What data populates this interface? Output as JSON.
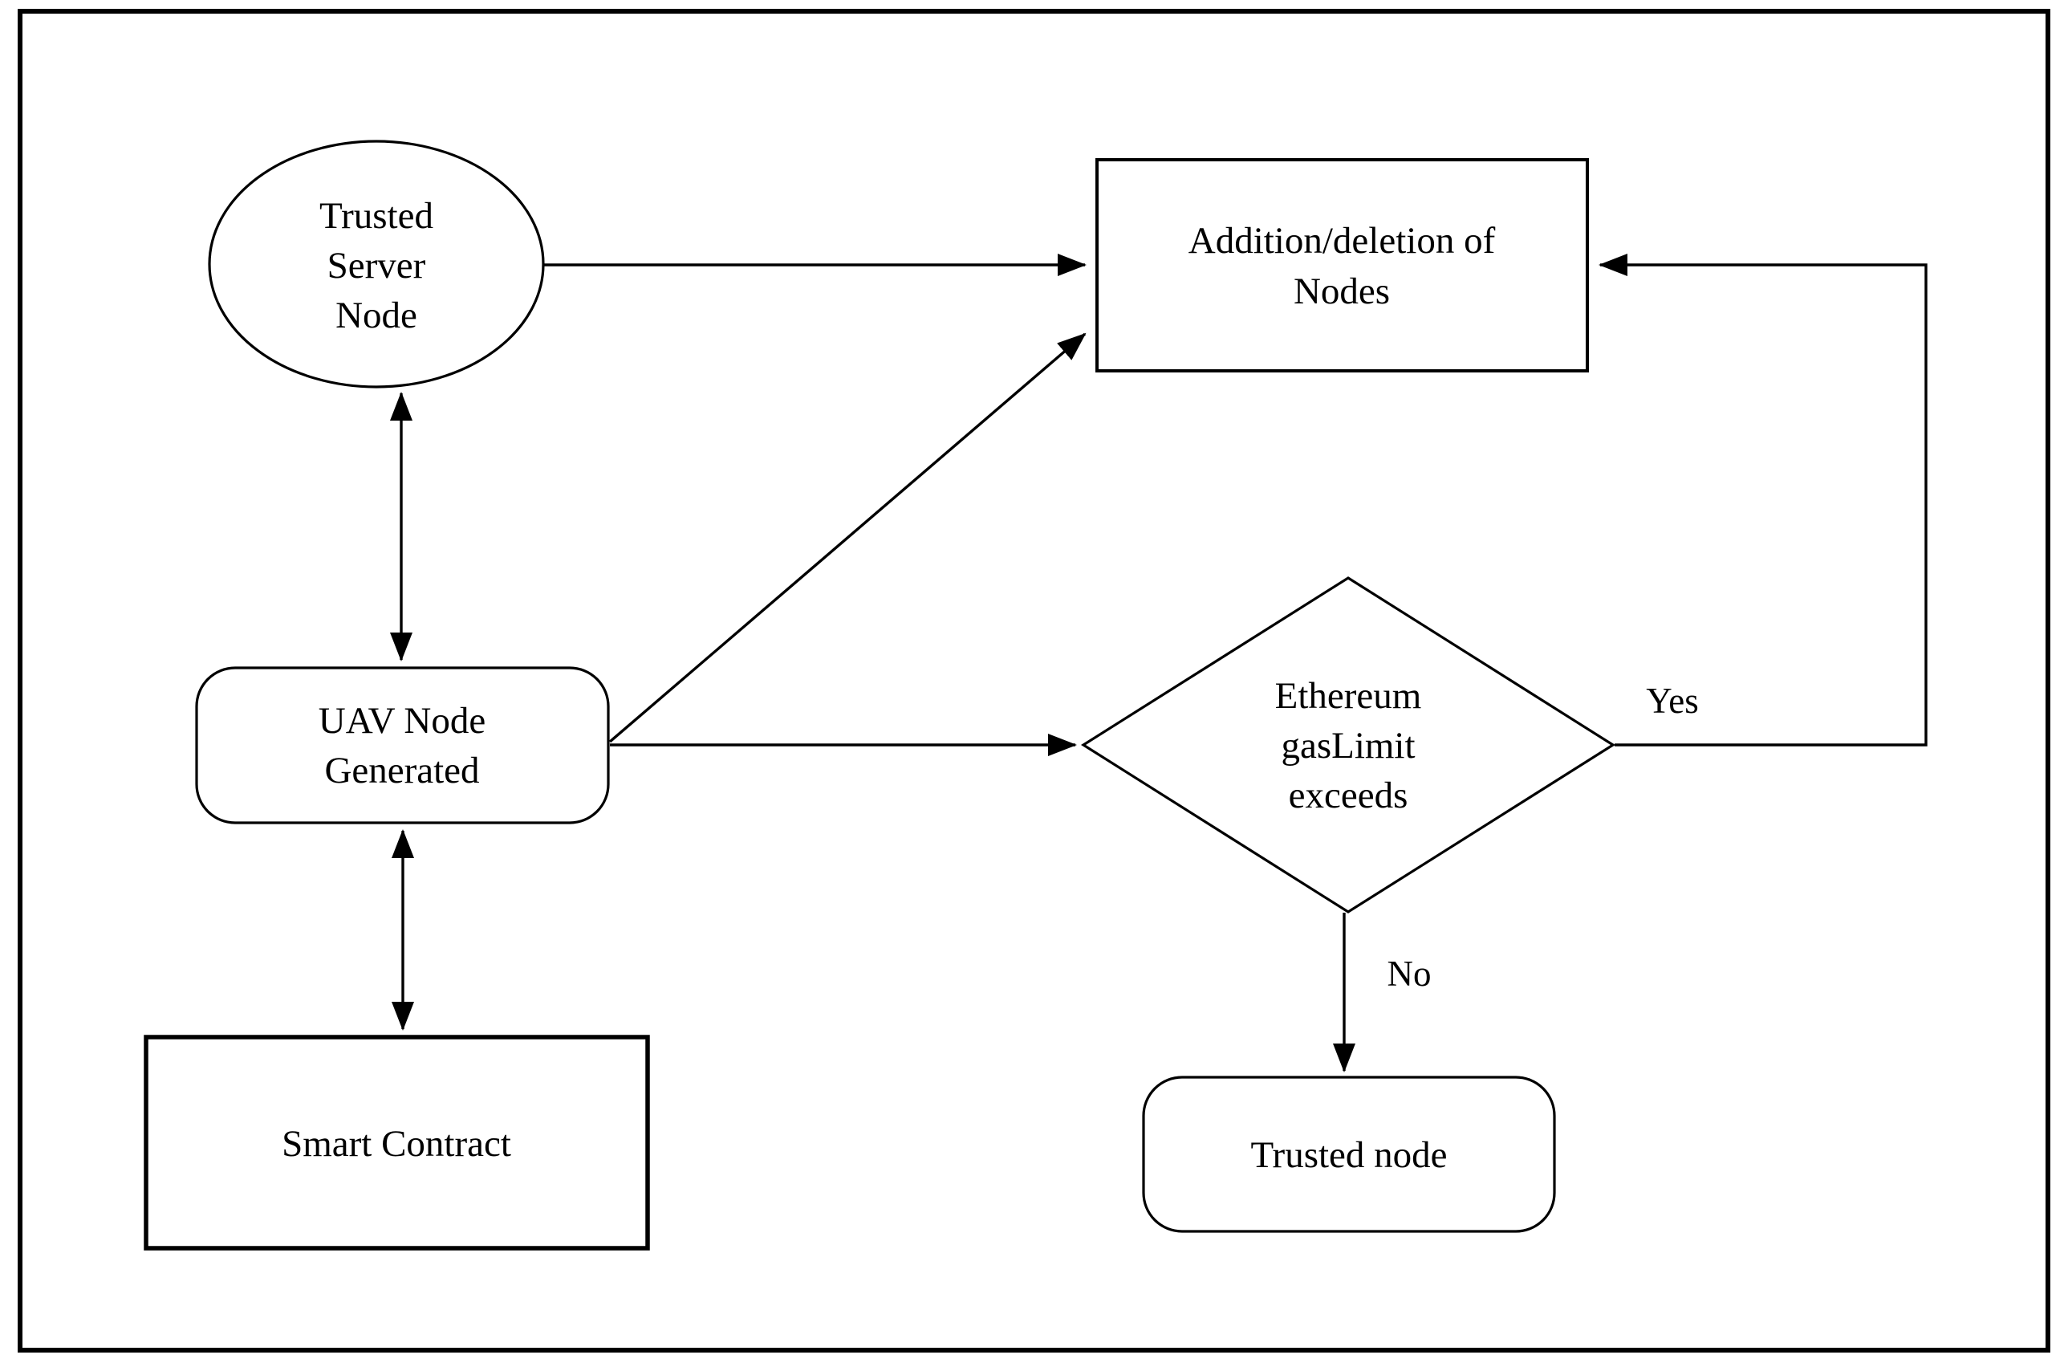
{
  "page": {
    "background_color": "#ffffff",
    "stroke_color": "#000000"
  },
  "diagram": {
    "type": "flowchart",
    "nodes": {
      "trusted_server": {
        "shape": "ellipse",
        "label": "Trusted Server Node",
        "lines": [
          "Trusted",
          "Server",
          "Node"
        ]
      },
      "addition_deletion": {
        "shape": "rectangle",
        "label": "Addition/deletion of Nodes",
        "lines": [
          "Addition/deletion of",
          "Nodes"
        ]
      },
      "uav_node": {
        "shape": "rounded-rectangle",
        "label": "UAV Node Generated",
        "lines": [
          "UAV Node",
          "Generated"
        ]
      },
      "ethereum_gaslimit": {
        "shape": "diamond",
        "label": "Ethereum gasLimit exceeds",
        "lines": [
          "Ethereum",
          "gasLimit",
          "exceeds"
        ]
      },
      "smart_contract": {
        "shape": "rectangle",
        "label": "Smart Contract",
        "lines": [
          "Smart Contract"
        ]
      },
      "trusted_node": {
        "shape": "rounded-rectangle",
        "label": "Trusted node",
        "lines": [
          "Trusted node"
        ]
      }
    },
    "edge_labels": {
      "yes": "Yes",
      "no": "No"
    },
    "edges": [
      {
        "from": "trusted_server",
        "to": "addition_deletion",
        "arrows": "single",
        "label": ""
      },
      {
        "from": "trusted_server",
        "to": "uav_node",
        "arrows": "double",
        "label": ""
      },
      {
        "from": "uav_node",
        "to": "smart_contract",
        "arrows": "double",
        "label": ""
      },
      {
        "from": "uav_node",
        "to": "addition_deletion",
        "arrows": "single",
        "label": ""
      },
      {
        "from": "uav_node",
        "to": "ethereum_gaslimit",
        "arrows": "single",
        "label": ""
      },
      {
        "from": "ethereum_gaslimit",
        "to": "addition_deletion",
        "arrows": "single",
        "label": "Yes"
      },
      {
        "from": "ethereum_gaslimit",
        "to": "trusted_node",
        "arrows": "single",
        "label": "No"
      }
    ]
  }
}
